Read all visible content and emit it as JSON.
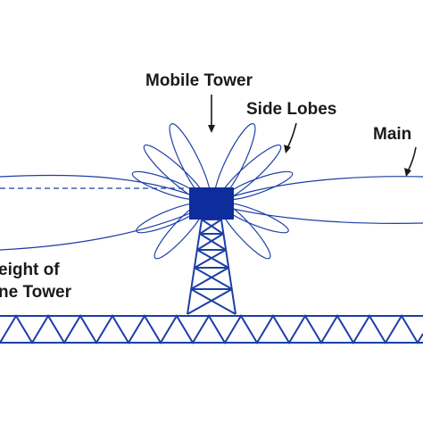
{
  "labels": {
    "mobile_tower": "Mobile Tower",
    "side_lobes": "Side Lobes",
    "main": "Main",
    "height_line1": "eight of",
    "height_line2": "ne Tower"
  },
  "colors": {
    "ink": "#1c3fa6",
    "antenna": "#0d2d9c",
    "text": "#1a1a1a"
  }
}
